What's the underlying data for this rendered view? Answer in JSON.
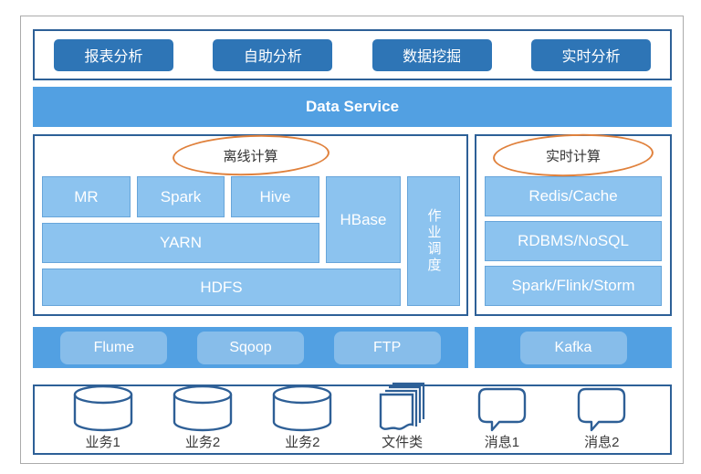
{
  "colors": {
    "dark_button_blue": "#2e75b6",
    "bar_blue": "#52a0e2",
    "light_box_blue": "#8cc3ef",
    "pill_blue": "#87bdea",
    "panel_border_navy": "#2d6097",
    "icon_outline_blue": "#2e5f96",
    "ellipse_orange": "#e0813c"
  },
  "top_apps": {
    "items": [
      "报表分析",
      "自助分析",
      "数据挖掘",
      "实时分析"
    ]
  },
  "data_service": {
    "label": "Data Service"
  },
  "offline": {
    "title": "离线计算",
    "boxes": {
      "mr": "MR",
      "spark": "Spark",
      "hive": "Hive",
      "hbase": "HBase",
      "scheduler": "作业调度",
      "yarn": "YARN",
      "hdfs": "HDFS"
    }
  },
  "realtime": {
    "title": "实时计算",
    "boxes": [
      "Redis/Cache",
      "RDBMS/NoSQL",
      "Spark/Flink/Storm"
    ]
  },
  "ingestion": {
    "left_items": [
      "Flume",
      "Sqoop",
      "FTP"
    ],
    "right_items": [
      "Kafka"
    ]
  },
  "sources": {
    "items": [
      {
        "icon": "database",
        "label": "业务1"
      },
      {
        "icon": "database",
        "label": "业务2"
      },
      {
        "icon": "database",
        "label": "业务2"
      },
      {
        "icon": "files",
        "label": "文件类"
      },
      {
        "icon": "message",
        "label": "消息1"
      },
      {
        "icon": "message",
        "label": "消息2"
      }
    ]
  }
}
